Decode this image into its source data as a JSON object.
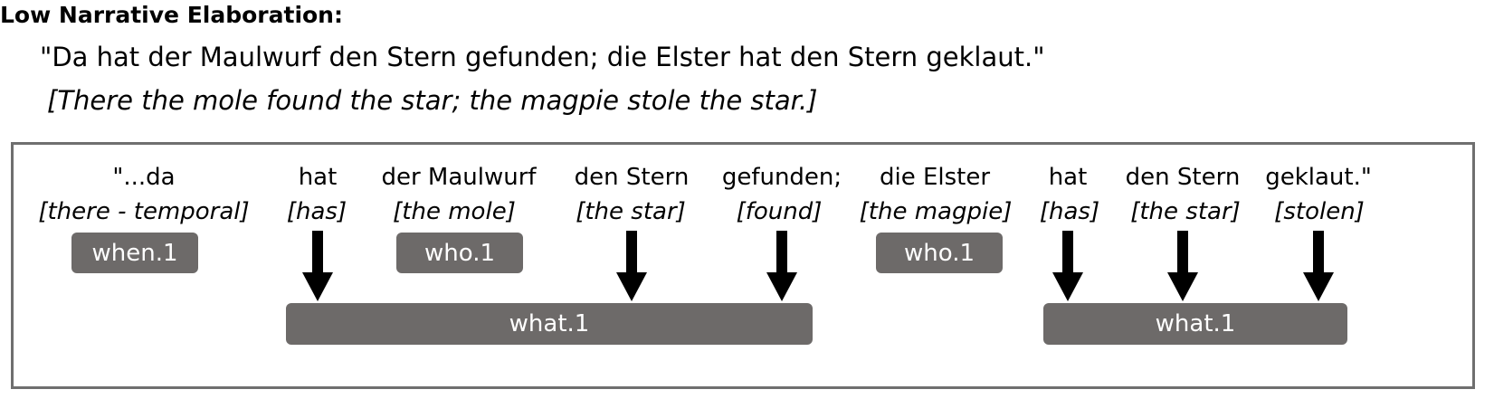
{
  "heading": "Low Narrative Elaboration:",
  "quote": "\"Da hat der Maulwurf den Stern gefunden; die Elster hat den Stern geklaut.\"",
  "translation": "[There the mole found the star; the magpie stole the star.]",
  "tokens": [
    {
      "word": "\"...da",
      "gloss": "[there - temporal]"
    },
    {
      "word": "hat",
      "gloss": "[has]"
    },
    {
      "word": "der Maulwurf",
      "gloss": "[the mole]"
    },
    {
      "word": "den Stern",
      "gloss": "[the star]"
    },
    {
      "word": "gefunden;",
      "gloss": "[found]"
    },
    {
      "word": "die Elster",
      "gloss": "[the magpie]"
    },
    {
      "word": "hat",
      "gloss": "[has]"
    },
    {
      "word": "den Stern",
      "gloss": "[the star]"
    },
    {
      "word": "geklaut.\"",
      "gloss": "[stolen]"
    }
  ],
  "tags": {
    "when_1": "when.1",
    "who_1a": "who.1",
    "who_1b": "who.1",
    "what_1a": "what.1",
    "what_1b": "what.1"
  },
  "colors": {
    "tag_fill": "#6d6a69",
    "frame_border": "#6f6f6f",
    "arrow": "#000000"
  }
}
